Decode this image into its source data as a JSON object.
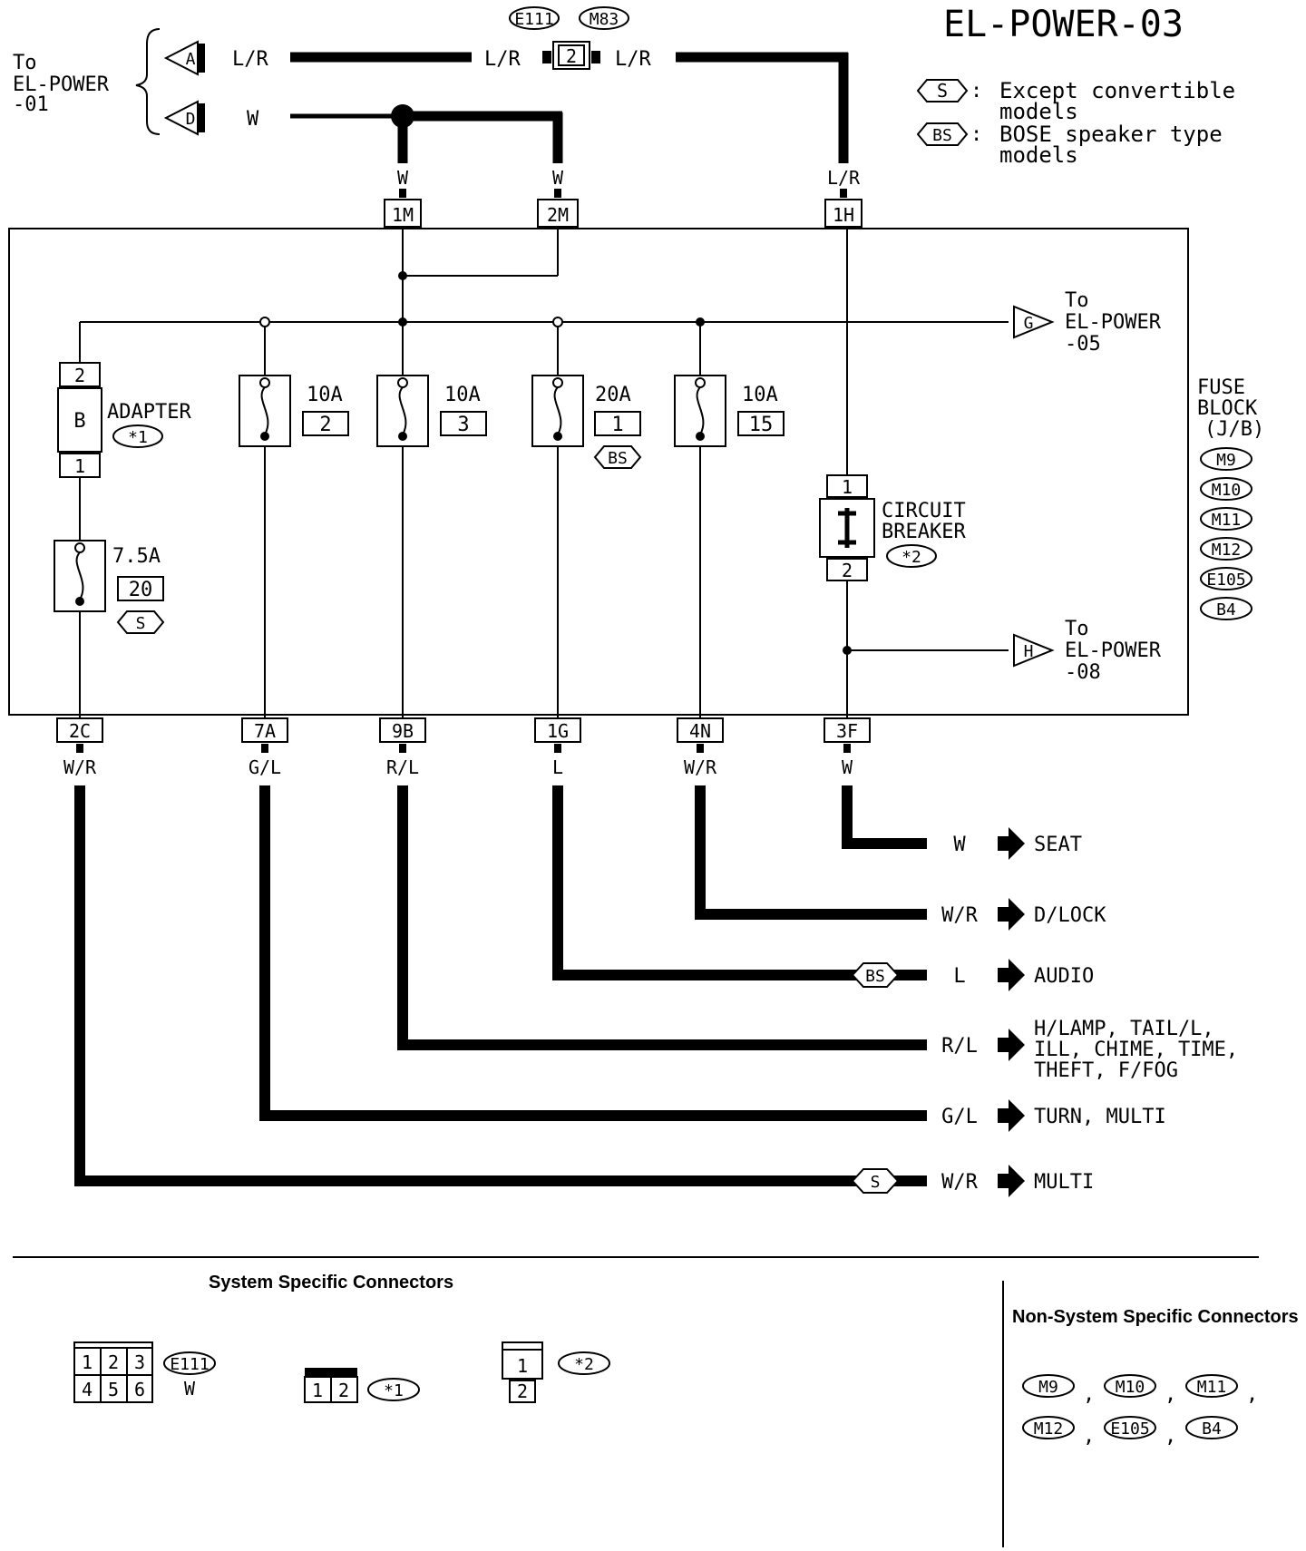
{
  "diagram": {
    "title": "EL-POWER-03",
    "legend": [
      {
        "tag": "S",
        "text1": "Except convertible",
        "text2": "models"
      },
      {
        "tag": "BS",
        "text1": "BOSE speaker type",
        "text2": "models"
      }
    ],
    "top_ref": {
      "line1": "To",
      "line2": "EL-POWER",
      "line3": "-01"
    },
    "top_connectors": {
      "a_letter": "A",
      "d_letter": "D",
      "a_wire": "L/R",
      "d_wire": "W"
    },
    "inline_connector": {
      "conn1": "E111",
      "conn2": "M83",
      "pin": "2",
      "wire_in": "L/R",
      "wire_out": "L/R"
    },
    "top_pins": [
      {
        "pin": "1M",
        "wire": "W"
      },
      {
        "pin": "2M",
        "wire": "W"
      },
      {
        "pin": "1H",
        "wire": "L/R"
      }
    ],
    "ref_g": {
      "letter": "G",
      "line1": "To",
      "line2": "EL-POWER",
      "line3": "-05"
    },
    "ref_h": {
      "letter": "H",
      "line1": "To",
      "line2": "EL-POWER",
      "line3": "-08"
    },
    "fuse_block": {
      "line1": "FUSE",
      "line2": "BLOCK",
      "line3": "(J/B)",
      "connectors": [
        "M9",
        "M10",
        "M11",
        "M12",
        "E105",
        "B4"
      ]
    },
    "adapter": {
      "label": "ADAPTER",
      "note": "*1",
      "top_pin": "2",
      "bottom_pin": "1",
      "body": "B"
    },
    "fuses": [
      {
        "amps": "7.5A",
        "num": "20",
        "tag": "S"
      },
      {
        "amps": "10A",
        "num": "2",
        "tag": ""
      },
      {
        "amps": "10A",
        "num": "3",
        "tag": ""
      },
      {
        "amps": "20A",
        "num": "1",
        "tag": "BS"
      },
      {
        "amps": "10A",
        "num": "15",
        "tag": ""
      }
    ],
    "breaker": {
      "line1": "CIRCUIT",
      "line2": "BREAKER",
      "note": "*2",
      "pin1": "1",
      "pin2": "2"
    },
    "bottom_pins": [
      {
        "pin": "2C",
        "wire": "W/R"
      },
      {
        "pin": "7A",
        "wire": "G/L"
      },
      {
        "pin": "9B",
        "wire": "R/L"
      },
      {
        "pin": "1G",
        "wire": "L"
      },
      {
        "pin": "4N",
        "wire": "W/R"
      },
      {
        "pin": "3F",
        "wire": "W"
      }
    ],
    "outputs": [
      {
        "wire": "W",
        "dest": "SEAT",
        "tag": ""
      },
      {
        "wire": "W/R",
        "dest": "D/LOCK",
        "tag": ""
      },
      {
        "wire": "L",
        "dest": "AUDIO",
        "tag": "BS"
      },
      {
        "wire": "R/L",
        "dest": "H/LAMP, TAIL/L,",
        "dest2": "ILL, CHIME, TIME,",
        "dest3": "THEFT, F/FOG",
        "tag": ""
      },
      {
        "wire": "G/L",
        "dest": "TURN, MULTI",
        "tag": ""
      },
      {
        "wire": "W/R",
        "dest": "MULTI",
        "tag": "S"
      }
    ]
  },
  "connectors_section": {
    "system_title": "System Specific Connectors",
    "non_system_title": "Non-System Specific Connectors",
    "e111": {
      "pins": [
        "1",
        "2",
        "3",
        "4",
        "5",
        "6"
      ],
      "name": "E111",
      "color": "W"
    },
    "adapter_conn": {
      "pins": [
        "1",
        "2"
      ],
      "name": "*1"
    },
    "breaker_conn": {
      "pins": [
        "1",
        "2"
      ],
      "name": "*2"
    },
    "non_system_row1": [
      "M9",
      "M10",
      "M11"
    ],
    "non_system_row2": [
      "M12",
      "E105",
      "B4"
    ],
    "separator": ","
  }
}
